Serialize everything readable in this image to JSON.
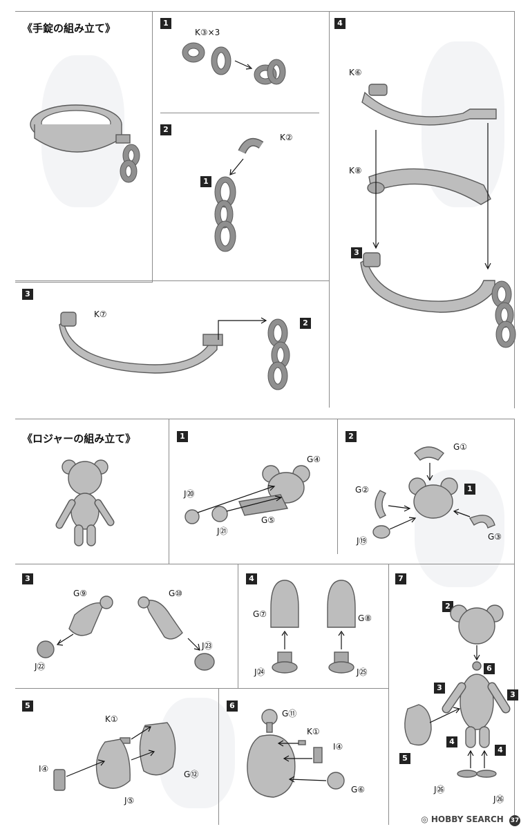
{
  "section_handcuffs": {
    "title": "《手錠の組み立て》",
    "step1": {
      "num": "1",
      "part": "K③×3"
    },
    "step2": {
      "num": "2",
      "part": "K②",
      "sub_step": "1"
    },
    "step3": {
      "num": "3",
      "part": "K⑦",
      "sub_step": "2"
    },
    "step4": {
      "num": "4",
      "part_top": "K⑥",
      "part_mid": "K⑧",
      "sub_step": "3"
    }
  },
  "section_roger": {
    "title": "《ロジャーの組み立て》",
    "step1": {
      "num": "1",
      "parts": [
        "G④",
        "J⑳",
        "J㉑",
        "G⑤"
      ]
    },
    "step2": {
      "num": "2",
      "parts": [
        "G①",
        "G②",
        "J⑲",
        "G③"
      ],
      "sub_step": "1"
    },
    "step3": {
      "num": "3",
      "parts": [
        "G⑨",
        "J㉒",
        "G⑩",
        "J㉓"
      ]
    },
    "step4": {
      "num": "4",
      "parts": [
        "G⑦",
        "J㉔",
        "G⑧",
        "J㉕"
      ]
    },
    "step5": {
      "num": "5",
      "parts": [
        "K①",
        "I④",
        "G⑫",
        "J⑤"
      ]
    },
    "step6": {
      "num": "6",
      "parts": [
        "G⑪",
        "K①",
        "I④",
        "G⑥"
      ]
    },
    "step7": {
      "num": "7",
      "sub_steps": [
        "2",
        "6",
        "3",
        "3",
        "5",
        "4",
        "4"
      ],
      "parts": [
        "J㉖",
        "J㉖"
      ]
    }
  },
  "footer": {
    "brand": "HOBBY SEARCH",
    "page": "37"
  }
}
